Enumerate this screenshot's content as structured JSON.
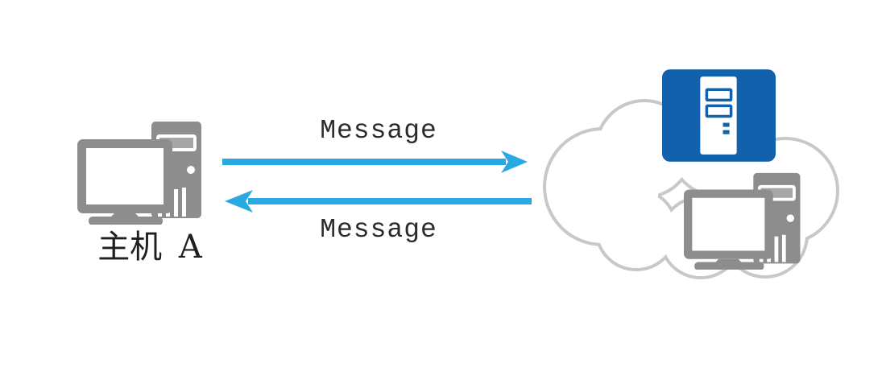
{
  "colors": {
    "background": "#FFFFFF",
    "arrow_blue": "#29A9E1",
    "server_blue": "#1261AC",
    "device_gray": "#8D8D8D",
    "cloud_outline_gray": "#C8C8C8",
    "label_text": "#2B2B2B"
  },
  "diagram": {
    "host_a": {
      "label": "主机 A",
      "icon": "desktop-computer-icon"
    },
    "messages": {
      "to_network": {
        "label": "Message",
        "direction": "left-to-right"
      },
      "from_network": {
        "label": "Message",
        "direction": "right-to-left"
      }
    },
    "network_cloud": {
      "icon": "cloud-icon",
      "server": {
        "icon": "server-icon"
      },
      "host_b": {
        "icon": "desktop-computer-icon"
      }
    }
  }
}
